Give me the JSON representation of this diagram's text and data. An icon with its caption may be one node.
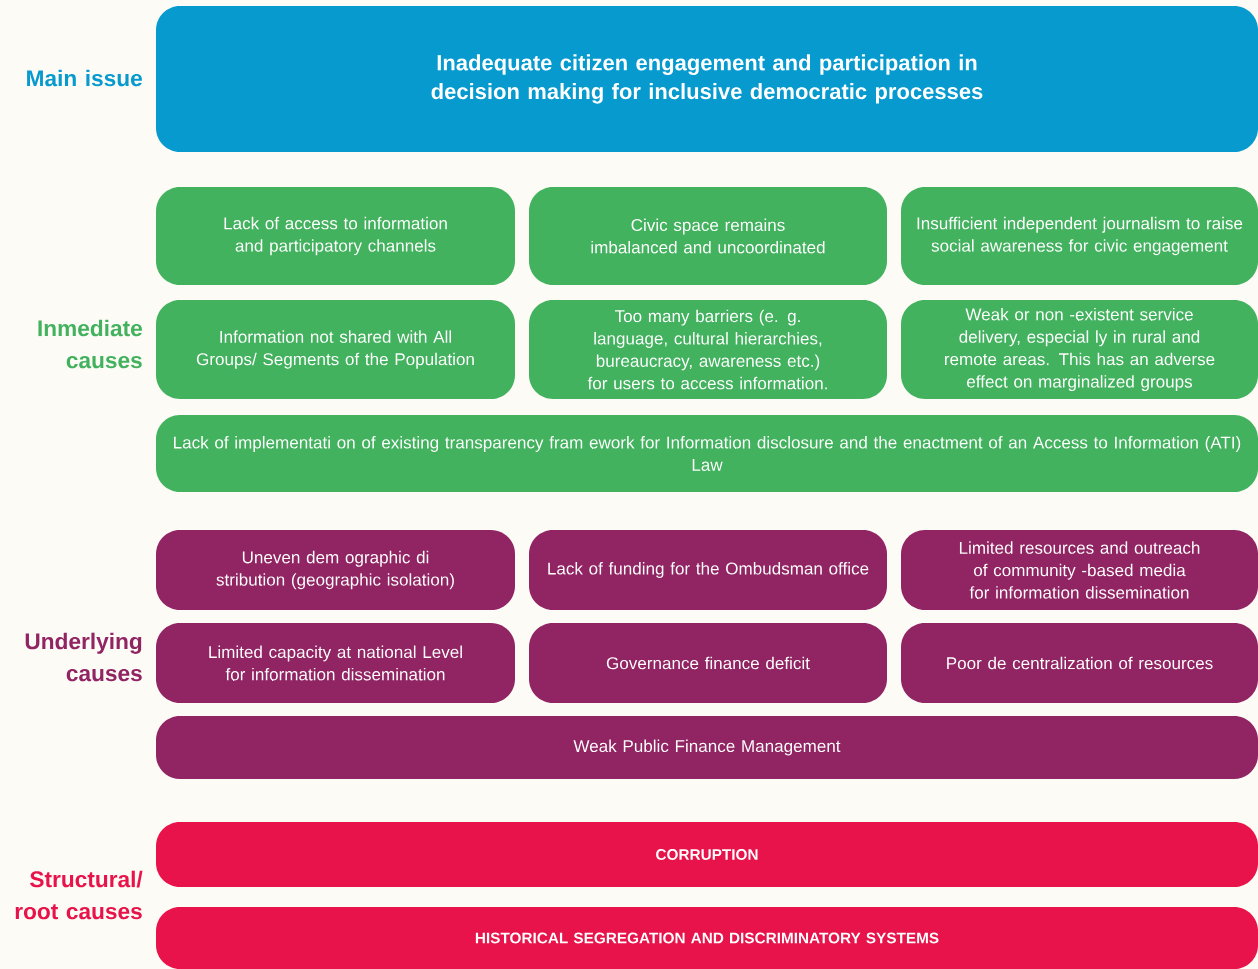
{
  "diagram": {
    "nodes": [
      {
        "text": [
          "Inadequate citizen engagement and participation in decision making for inclusive democratic processes"
        ]
      },
      {
        "text": [
          "Lack of access to information and participatory channels"
        ]
      },
      {
        "text": [
          "Civic space remains imbalanced and uncoordinated"
        ]
      },
      {
        "text": [
          "Insufficient independent journalism to raise social awareness for civic engagement"
        ]
      },
      {
        "text": [
          "Information not shared with All Groups/ Segments of the Population"
        ]
      },
      {
        "text": [
          "Too many barriers (e. g. language, cultural hierarchies, bureaucracy, awareness etc.) for users to access information."
        ]
      },
      {
        "text": [
          "Weak or non -existent service delivery, especial ly in rural and remote areas. This has an adverse effect on marginalized groups"
        ]
      },
      {
        "text": [
          "Lack of implementati on of existing transparency fram ework for Information disclosure and the enactment of an Access to Information (ATI) Law"
        ]
      },
      {
        "text": [
          "Uneven dem ographic di stribution (geographic isolation)"
        ]
      },
      {
        "text": [
          "Lack of funding for the Ombudsman office"
        ]
      },
      {
        "text": [
          "Limited resources and outreach of community -based media for information dissemination"
        ]
      },
      {
        "text": [
          "Limited capacity at national Level for information dissemination"
        ]
      },
      {
        "text": [
          "Governance finance deficit"
        ]
      },
      {
        "text": [
          "Poor de centralization of resources"
        ]
      },
      {
        "text": [
          "Weak Public Finance Management"
        ]
      },
      {
        "text": [
          "CORRUPTION"
        ]
      },
      {
        "text": [
          "HISTORICAL SEGREGATION AND DISCRIMINATORY SYSTEMS"
        ]
      }
    ],
    "labels": [
      "Main issue",
      "Inmediate causes",
      "Underlying causes",
      "Structural/ root causes"
    ]
  }
}
